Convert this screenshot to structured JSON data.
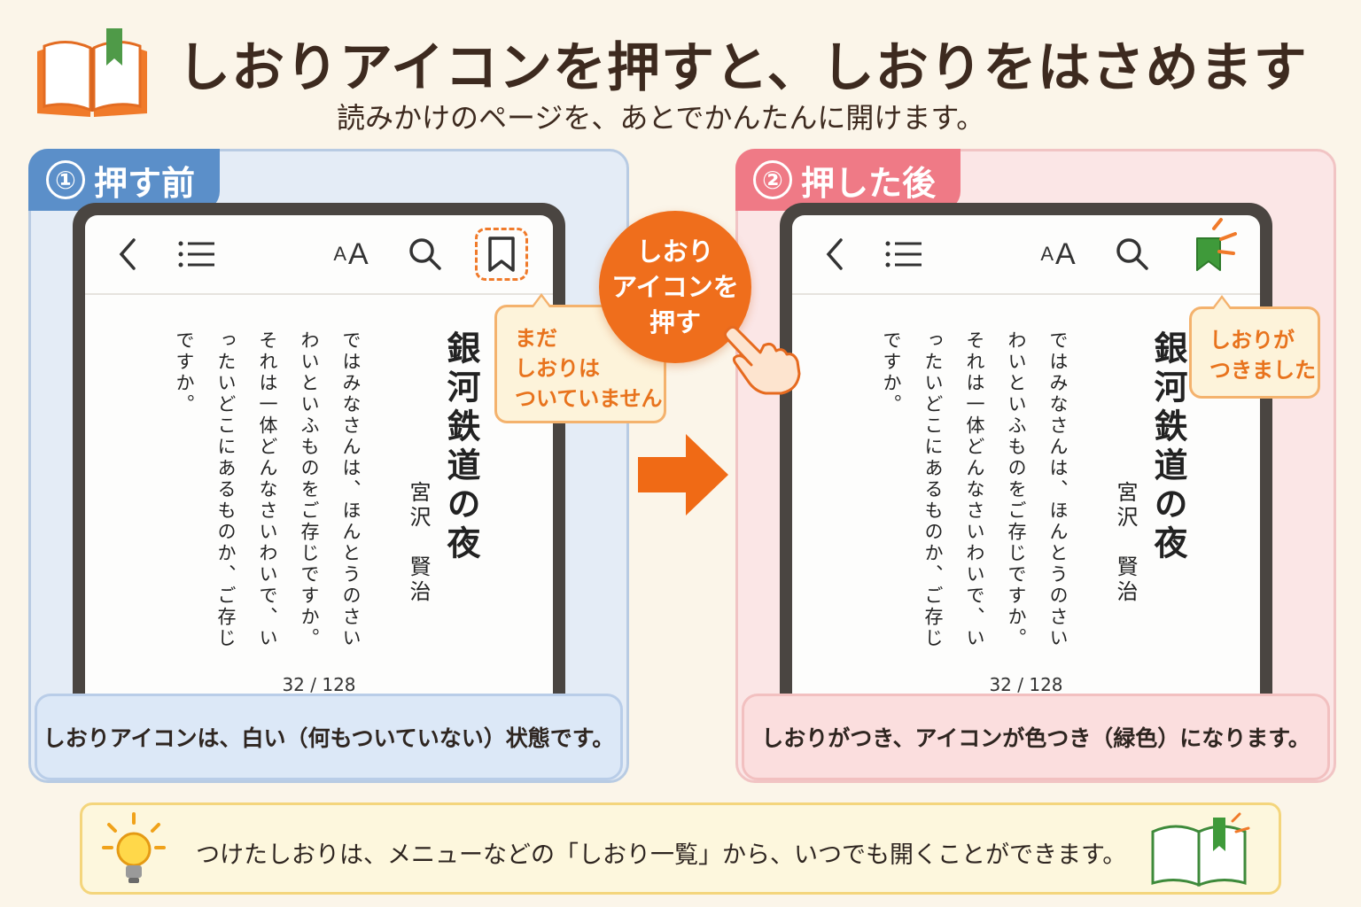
{
  "header": {
    "title": "しおりアイコンを押すと、しおりをはさめます",
    "subtitle": "読みかけのページを、あとでかんたんに開けます。",
    "icon": "open-book-with-bookmark-icon"
  },
  "colors": {
    "accent": "#ef6e1c",
    "before_tag": "#5b8fc9",
    "after_tag": "#ef7a86",
    "bookmark_active": "#3f9a3a"
  },
  "before": {
    "tag_num": "①",
    "tag_label": "押す前",
    "book_title": "銀河鉄道の夜",
    "author": "宮沢　賢治",
    "body_text": "ではみなさんは、ほんとうのさいわいといふものをご存じですか。それは一体どんなさいわいで、いったいどこにあるものか、ご存じですか。",
    "page": "32 / 128",
    "callout": [
      "まだ",
      "しおりは",
      "ついていません"
    ],
    "caption": "しおりアイコンは、白い（何もついていない）状態です。"
  },
  "action": {
    "label": [
      "しおり",
      "アイコンを",
      "押す"
    ]
  },
  "after": {
    "tag_num": "②",
    "tag_label": "押した後",
    "book_title": "銀河鉄道の夜",
    "author": "宮沢　賢治",
    "body_text": "ではみなさんは、ほんとうのさいわいといふものをご存じですか。それは一体どんなさいわいで、いったいどこにあるものか、ご存じですか。",
    "page": "32 / 128",
    "callout": [
      "しおりが",
      "つきました"
    ],
    "caption": "しおりがつき、アイコンが色つき（緑色）になります。"
  },
  "toolbar": {
    "font_small": "A",
    "font_large": "A"
  },
  "tip": {
    "text": "つけたしおりは、メニューなどの「しおり一覧」から、いつでも開くことができます。"
  }
}
